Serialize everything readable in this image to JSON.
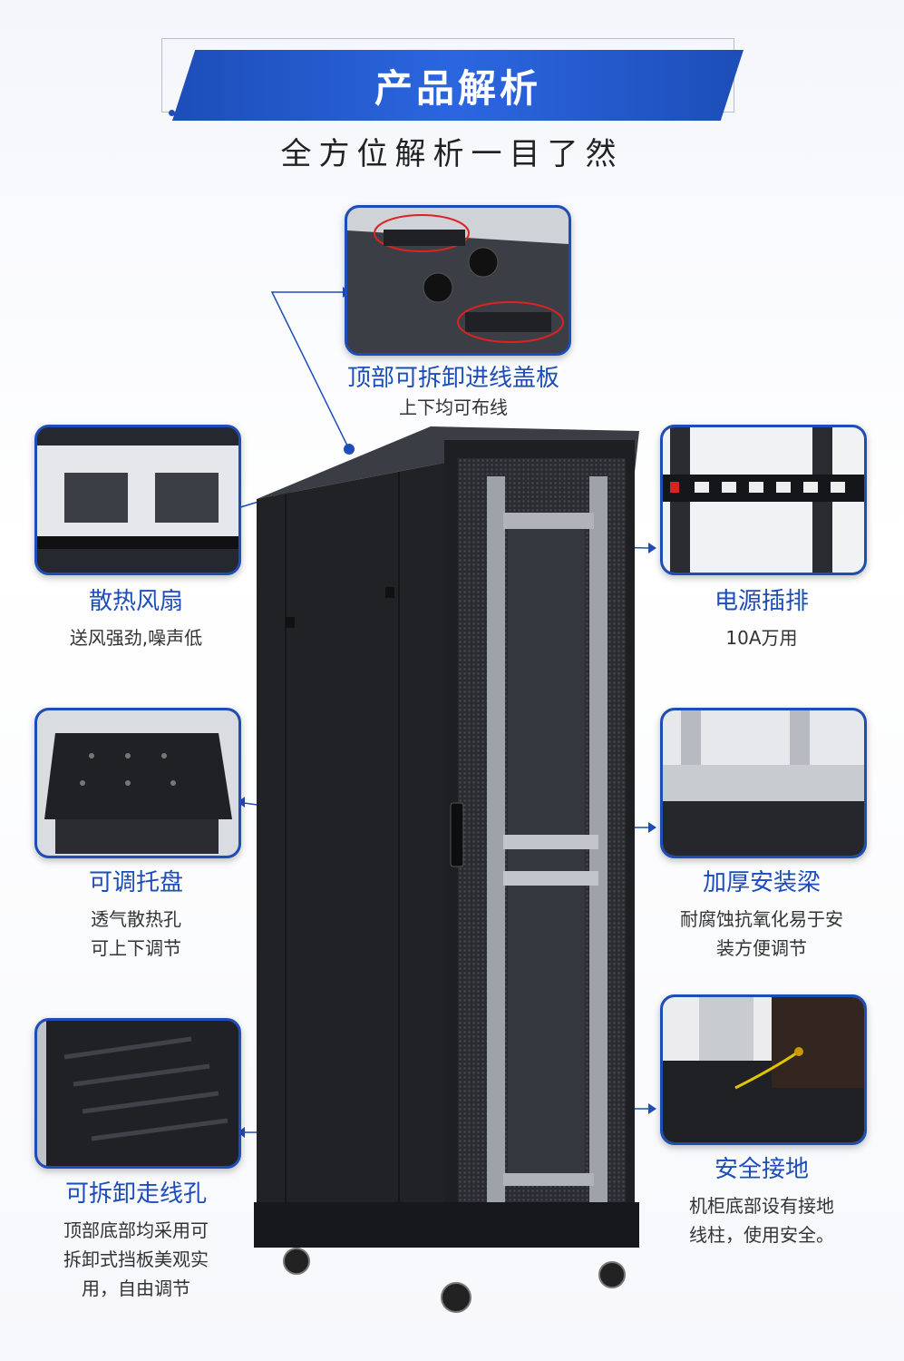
{
  "header": {
    "title": "产品解析",
    "subtitle": "全方位解析一目了然"
  },
  "colors": {
    "accent": "#1d4db8",
    "cabinet": "#222428"
  },
  "features": {
    "top_cover": {
      "title": "顶部可拆卸进线盖板",
      "desc": "上下均可布线"
    },
    "fan": {
      "title": "散热风扇",
      "desc": "送风强劲,噪声低"
    },
    "power": {
      "title": "电源插排",
      "desc": "10A万用"
    },
    "tray": {
      "title": "可调托盘",
      "desc_lines": [
        "透气散热孔",
        "可上下调节"
      ]
    },
    "beam": {
      "title": "加厚安装梁",
      "desc_lines": [
        "耐腐蚀抗氧化易于安",
        "装方便调节"
      ]
    },
    "cable_hole": {
      "title": "可拆卸走线孔",
      "desc_lines": [
        "顶部底部均采用可",
        "拆卸式挡板美观实",
        "用，自由调节"
      ]
    },
    "ground": {
      "title": "安全接地",
      "desc_lines": [
        "机柜底部设有接地",
        "线柱，使用安全。"
      ]
    }
  }
}
